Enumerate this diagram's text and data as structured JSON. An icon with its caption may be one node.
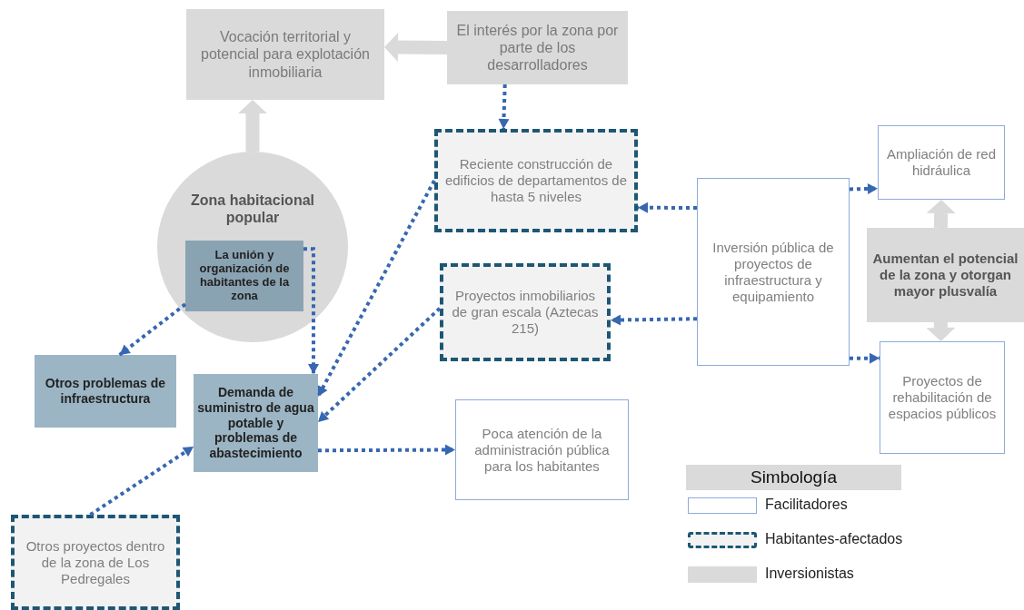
{
  "diagram": {
    "nodes": [
      {
        "text": [
          "Vocación territorial y potencial para explotación inmobiliaria"
        ]
      },
      {
        "text": [
          "El interés por la zona por parte de los desarrolladores"
        ]
      },
      {
        "text": [
          "Reciente construcción de edificios de departamentos de hasta 5 niveles"
        ]
      },
      {
        "text": [
          "Zona habitacional popular"
        ]
      },
      {
        "text": [
          "La unión y organización de habitantes de la zona"
        ],
        "in": 3
      },
      {
        "text": [
          "Ampliación de red hidráulica"
        ]
      },
      {
        "text": [
          "Inversión pública de proyectos de infraestructura y equipamiento"
        ]
      },
      {
        "text": [
          "Proyectos inmobiliarios de gran escala (Aztecas 215)"
        ]
      },
      {
        "text": [
          "Aumentan el potencial de la zona y otorgan mayor plusvalía"
        ]
      },
      {
        "text": [
          "Otros problemas de infraestructura"
        ]
      },
      {
        "text": [
          "Demanda de suministro de agua potable y problemas de abastecimiento"
        ]
      },
      {
        "text": [
          "Proyectos de rehabilitación de espacios públicos"
        ]
      },
      {
        "text": [
          "Poca atención de la administración pública para los habitantes"
        ]
      },
      {
        "text": [
          "Otros proyectos dentro de la zona de Los Pedregales"
        ]
      }
    ],
    "edges": [
      {
        "from": 1,
        "to": 0,
        "arrow": "to",
        "style": "thick",
        "color": "#dadada"
      },
      {
        "from": 3,
        "to": 0,
        "arrow": "to",
        "style": "thick",
        "color": "#dadada"
      },
      {
        "from": 1,
        "to": 2,
        "arrow": "to",
        "style": "dashed"
      },
      {
        "from": 4,
        "to": 9,
        "arrow": "to",
        "style": "dashed"
      },
      {
        "from": 4,
        "to": 10,
        "arrow": "to",
        "style": "dashed"
      },
      {
        "from": 2,
        "to": 10,
        "arrow": "to",
        "style": "dashed"
      },
      {
        "from": 7,
        "to": 10,
        "arrow": "to",
        "style": "dashed"
      },
      {
        "from": 13,
        "to": 10,
        "arrow": "to",
        "style": "dashed"
      },
      {
        "from": 10,
        "to": 12,
        "arrow": "to",
        "style": "dashed"
      },
      {
        "from": 6,
        "to": 2,
        "arrow": "to",
        "style": "dashed"
      },
      {
        "from": 6,
        "to": 7,
        "arrow": "to",
        "style": "dashed"
      },
      {
        "from": 6,
        "to": 5,
        "arrow": "to",
        "style": "dashed"
      },
      {
        "from": 6,
        "to": 11,
        "arrow": "to",
        "style": "dashed"
      },
      {
        "from": 8,
        "to": 5,
        "arrow": "to",
        "style": "thick",
        "color": "#dadada"
      },
      {
        "from": 8,
        "to": 11,
        "arrow": "to",
        "style": "thick",
        "color": "#dadada"
      }
    ],
    "labels": [
      "Simbología"
    ],
    "legend": [
      {
        "text": "Facilitadores"
      },
      {
        "text": "Habitantes-afectados"
      },
      {
        "text": "Inversionistas",
        "color": "#dadada"
      }
    ]
  }
}
